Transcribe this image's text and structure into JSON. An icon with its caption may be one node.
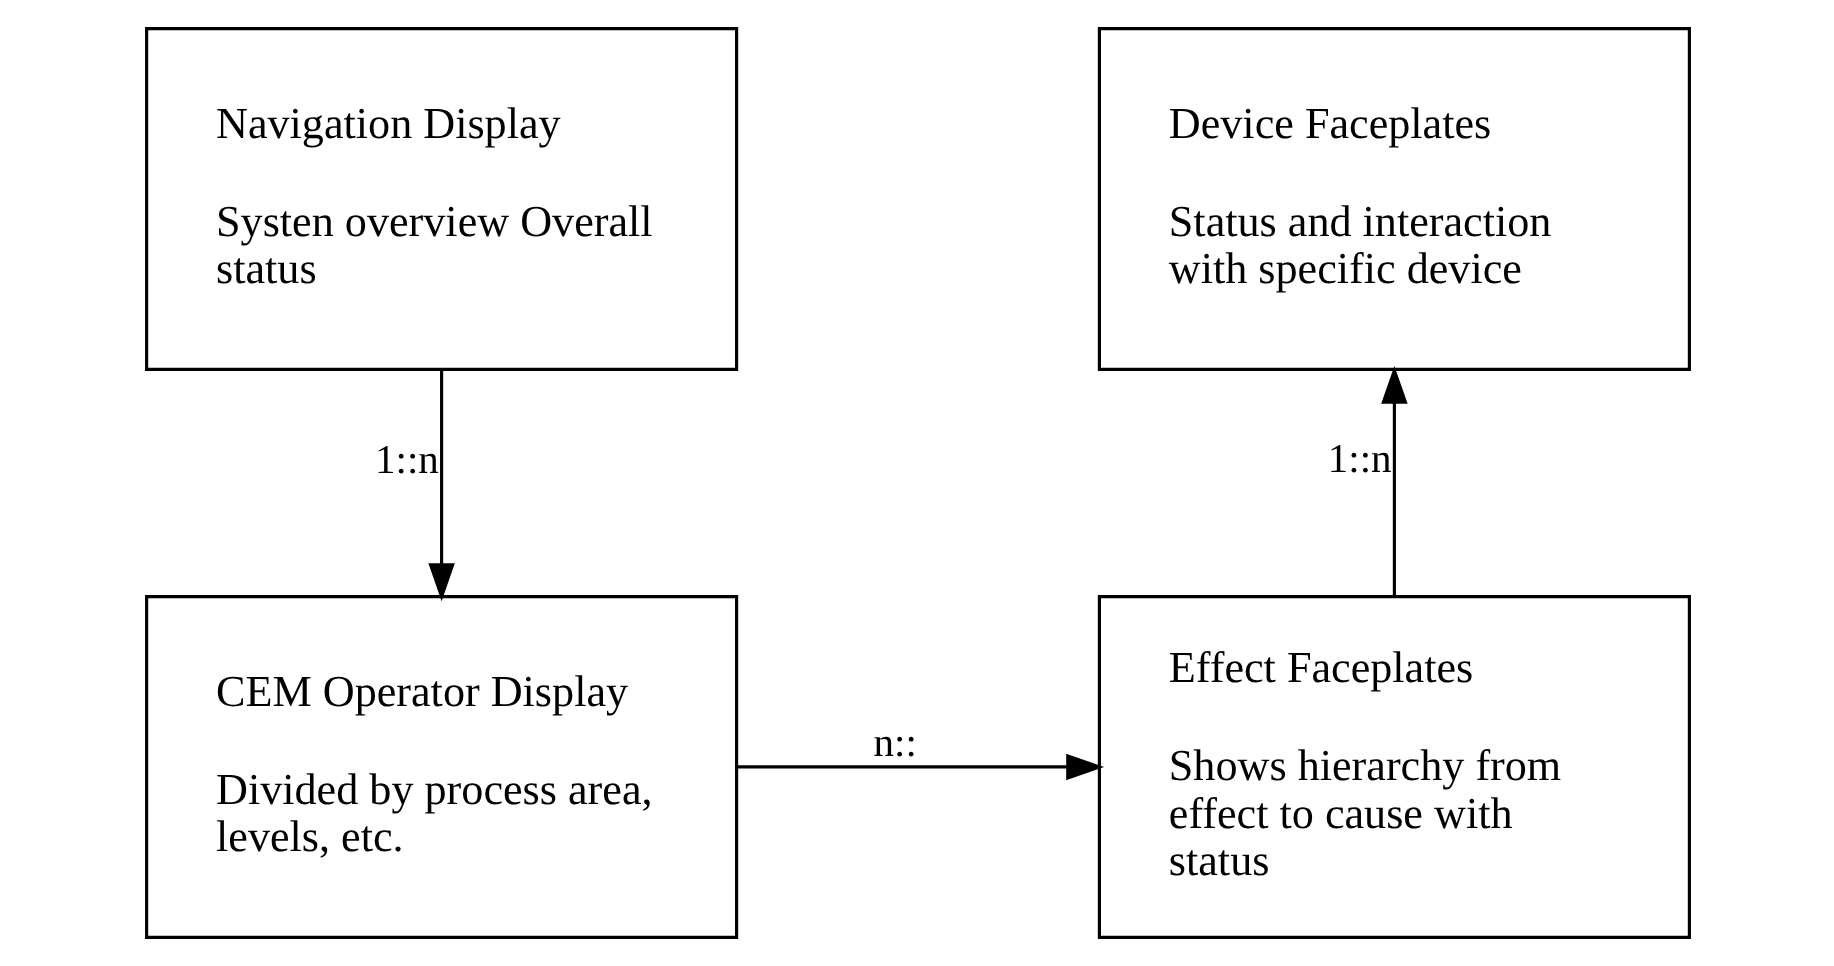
{
  "diagram": {
    "nodes": [
      {
        "text": [
          "Navigation Display",
          "Systen overview Overall status"
        ]
      },
      {
        "text": [
          "Device Faceplates",
          "Status and interaction with specific device"
        ]
      },
      {
        "text": [
          "CEM Operator Display",
          "Divided by process area, levels, etc."
        ]
      },
      {
        "text": [
          "Effect Faceplates",
          "Shows hierarchy from effect to cause with status"
        ]
      }
    ],
    "edges": [
      {
        "from": 0,
        "to": 2,
        "arrow": "to",
        "label": "1::n"
      },
      {
        "from": 2,
        "to": 3,
        "arrow": "to",
        "label": "n::"
      },
      {
        "from": 3,
        "to": 1,
        "arrow": "to",
        "label": "1::n"
      }
    ]
  }
}
